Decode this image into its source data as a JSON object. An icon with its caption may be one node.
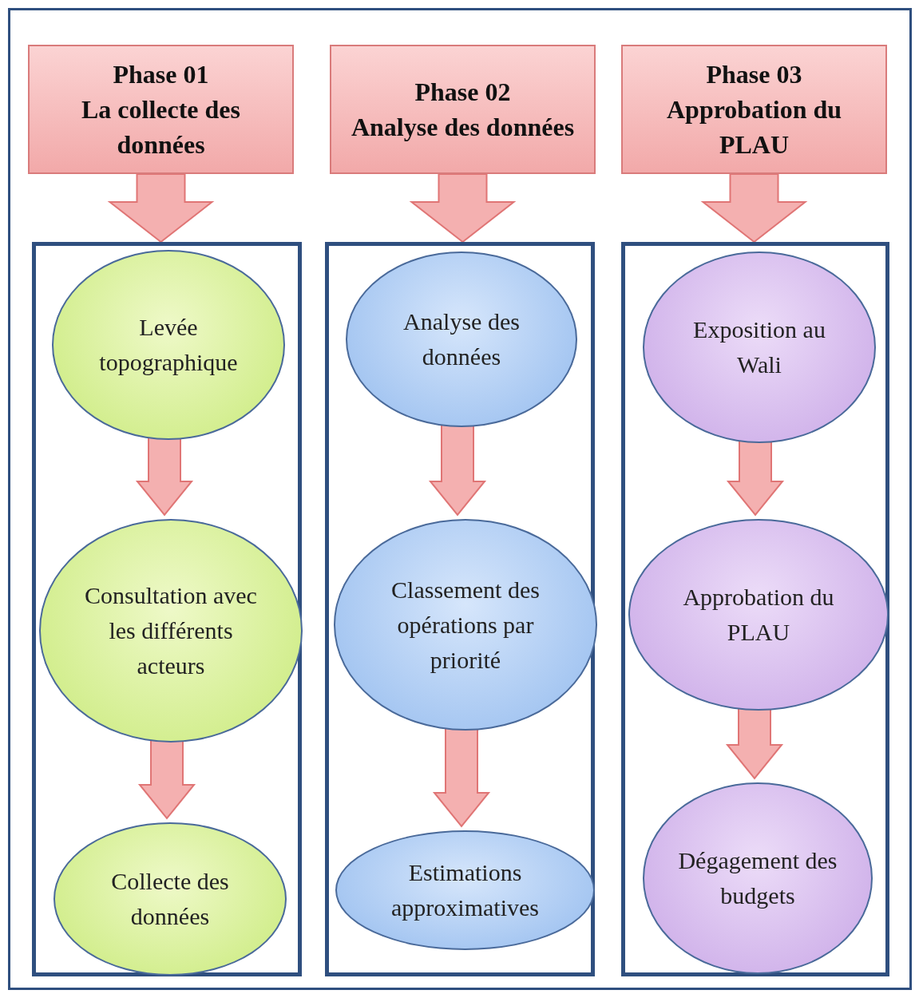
{
  "diagram": {
    "nodes": [
      {
        "text": [
          "Phase 01",
          "La collecte des données"
        ]
      },
      {
        "text": [
          "Phase 02",
          "Analyse des données"
        ]
      },
      {
        "text": [
          "Phase 03",
          "Approbation du PLAU"
        ]
      },
      {
        "text": [],
        "shape": "box"
      },
      {
        "text": [],
        "shape": "box"
      },
      {
        "text": [],
        "shape": "box"
      },
      {
        "text": [
          "Levée topographique"
        ],
        "in": 3
      },
      {
        "text": [
          "Consultation avec les différents acteurs"
        ],
        "in": 3
      },
      {
        "text": [
          "Collecte des données"
        ],
        "in": 3
      },
      {
        "text": [
          "Analyse des données"
        ],
        "in": 4
      },
      {
        "text": [
          "Classement des opérations par priorité"
        ],
        "in": 4
      },
      {
        "text": [
          "Estimations approximatives"
        ],
        "in": 4
      },
      {
        "text": [
          "Exposition au Wali"
        ],
        "in": 5
      },
      {
        "text": [
          "Approbation du PLAU"
        ],
        "in": 5
      },
      {
        "text": [
          "Dégagement des budgets"
        ],
        "in": 5
      }
    ],
    "edges": [
      {
        "from": 0,
        "to": 3,
        "arrow": "to"
      },
      {
        "from": 1,
        "to": 4,
        "arrow": "to"
      },
      {
        "from": 2,
        "to": 5,
        "arrow": "to"
      },
      {
        "from": 6,
        "to": 7,
        "arrow": "to"
      },
      {
        "from": 7,
        "to": 8,
        "arrow": "to"
      },
      {
        "from": 9,
        "to": 10,
        "arrow": "to"
      },
      {
        "from": 10,
        "to": 11,
        "arrow": "to"
      },
      {
        "from": 12,
        "to": 13,
        "arrow": "to"
      },
      {
        "from": 13,
        "to": 14,
        "arrow": "to"
      }
    ]
  }
}
